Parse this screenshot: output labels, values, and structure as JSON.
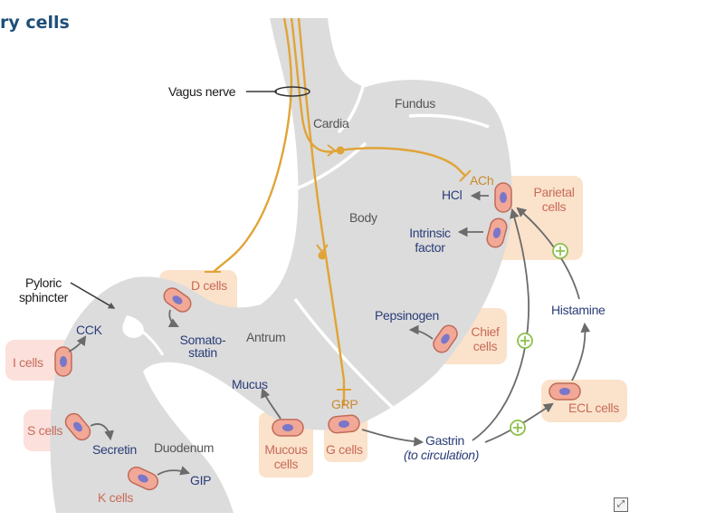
{
  "title": "ry cells",
  "labels": {
    "vagus_nerve": "Vagus nerve",
    "fundus": "Fundus",
    "cardia": "Cardia",
    "body": "Body",
    "antrum": "Antrum",
    "duodenum": "Duodenum",
    "pyloric_sphincter": [
      "Pyloric",
      "sphincter"
    ],
    "ach": "ACh",
    "grp": "GRP",
    "hcl": "HCl",
    "intrinsic_factor": [
      "Intrinsic",
      "factor"
    ],
    "pepsinogen": "Pepsinogen",
    "histamine": "Histamine",
    "mucus": "Mucus",
    "somatostatin": [
      "Somato-",
      "statin"
    ],
    "cck": "CCK",
    "secretin": "Secretin",
    "gip": "GIP",
    "gastrin": "Gastrin",
    "gastrin_note": "(to circulation)"
  },
  "cells": {
    "parietal": [
      "Parietal",
      "cells"
    ],
    "chief": [
      "Chief",
      "cells"
    ],
    "ecl": "ECL cells",
    "d": "D cells",
    "g": "G cells",
    "mucous": [
      "Mucous",
      "cells"
    ],
    "i": "I cells",
    "s": "S cells",
    "k": "K cells"
  },
  "colors": {
    "stomach": "#dcdcdc",
    "nerve": "#e0a437",
    "cell_fill": "#f2a896",
    "nucleus": "#7a76c9",
    "box": "#fbe2cb",
    "box_pink": "#fbe0dc",
    "navy_text": "#2a3d78",
    "plus_green": "#8cc04b"
  },
  "footer_icon": "expand-icon"
}
